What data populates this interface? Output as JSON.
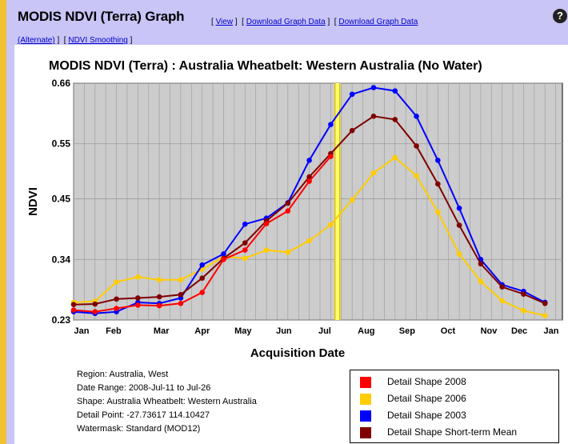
{
  "panel_title": "MODIS NDVI (Terra) Graph",
  "links": {
    "view": "View",
    "download": "Download Graph Data",
    "download_alt_a": "Download Graph Data",
    "download_alt_b": "(Alternate)",
    "smoothing": "NDVI Smoothing"
  },
  "help_icon": "help-icon",
  "chart_data": {
    "type": "line",
    "title": "MODIS NDVI (Terra) : Australia Wheatbelt: Western Australia (No Water)",
    "xlabel": "Acquisition Date",
    "ylabel": "NDVI",
    "ylim": [
      0.23,
      0.66
    ],
    "yticks": [
      "0.66",
      "0.55",
      "0.45",
      "0.34",
      "0.23"
    ],
    "x_ticks": [
      "Jan",
      "Feb",
      "Mar",
      "Apr",
      "May",
      "Jun",
      "Jul",
      "Aug",
      "Sep",
      "Oct",
      "Nov",
      "Dec",
      "Jan"
    ],
    "x_tick_days": [
      1,
      32,
      60,
      91,
      121,
      152,
      182,
      213,
      244,
      274,
      305,
      335,
      366
    ],
    "grid": true,
    "current_date_day": 198,
    "series": [
      {
        "name": "Detail Shape 2006",
        "color": "#ffcc00",
        "x": [
          1,
          17,
          33,
          49,
          65,
          81,
          97,
          113,
          129,
          145,
          161,
          177,
          193,
          209,
          225,
          241,
          257,
          273,
          289,
          305,
          321,
          337,
          353
        ],
        "values": [
          0.262,
          0.264,
          0.299,
          0.308,
          0.303,
          0.303,
          0.322,
          0.345,
          0.342,
          0.357,
          0.353,
          0.374,
          0.403,
          0.448,
          0.497,
          0.525,
          0.492,
          0.426,
          0.35,
          0.3,
          0.265,
          0.247,
          0.238
        ]
      },
      {
        "name": "Detail Shape 2003",
        "color": "#0000ff",
        "x": [
          1,
          17,
          33,
          49,
          65,
          81,
          97,
          113,
          129,
          145,
          161,
          177,
          193,
          209,
          225,
          241,
          257,
          273,
          289,
          305,
          321,
          337,
          353
        ],
        "values": [
          0.245,
          0.242,
          0.245,
          0.262,
          0.26,
          0.27,
          0.33,
          0.35,
          0.404,
          0.415,
          0.443,
          0.52,
          0.585,
          0.64,
          0.652,
          0.646,
          0.6,
          0.52,
          0.433,
          0.34,
          0.294,
          0.282,
          0.262
        ]
      },
      {
        "name": "Detail Shape Short-term Mean",
        "color": "#800000",
        "x": [
          1,
          17,
          33,
          49,
          65,
          81,
          97,
          113,
          129,
          145,
          161,
          177,
          193,
          209,
          225,
          241,
          257,
          273,
          289,
          305,
          321,
          337,
          353
        ],
        "values": [
          0.258,
          0.259,
          0.268,
          0.27,
          0.272,
          0.276,
          0.306,
          0.342,
          0.37,
          0.41,
          0.442,
          0.49,
          0.532,
          0.574,
          0.6,
          0.594,
          0.546,
          0.477,
          0.402,
          0.332,
          0.29,
          0.277,
          0.26
        ]
      },
      {
        "name": "Detail Shape 2008",
        "color": "#ff0000",
        "x": [
          1,
          17,
          33,
          49,
          65,
          81,
          97,
          113,
          129,
          145,
          161,
          177,
          193
        ],
        "values": [
          0.248,
          0.245,
          0.251,
          0.257,
          0.256,
          0.26,
          0.28,
          0.34,
          0.357,
          0.405,
          0.428,
          0.482,
          0.527
        ]
      }
    ]
  },
  "info": {
    "region": "Region: Australia, West",
    "date_range": "Date Range: 2008-Jul-11 to Jul-26",
    "shape": "Shape: Australia Wheatbelt: Western Australia",
    "detail_point": "Detail Point: -27.73617 114.10427",
    "watermask": "Watermask: Standard (MOD12)"
  }
}
